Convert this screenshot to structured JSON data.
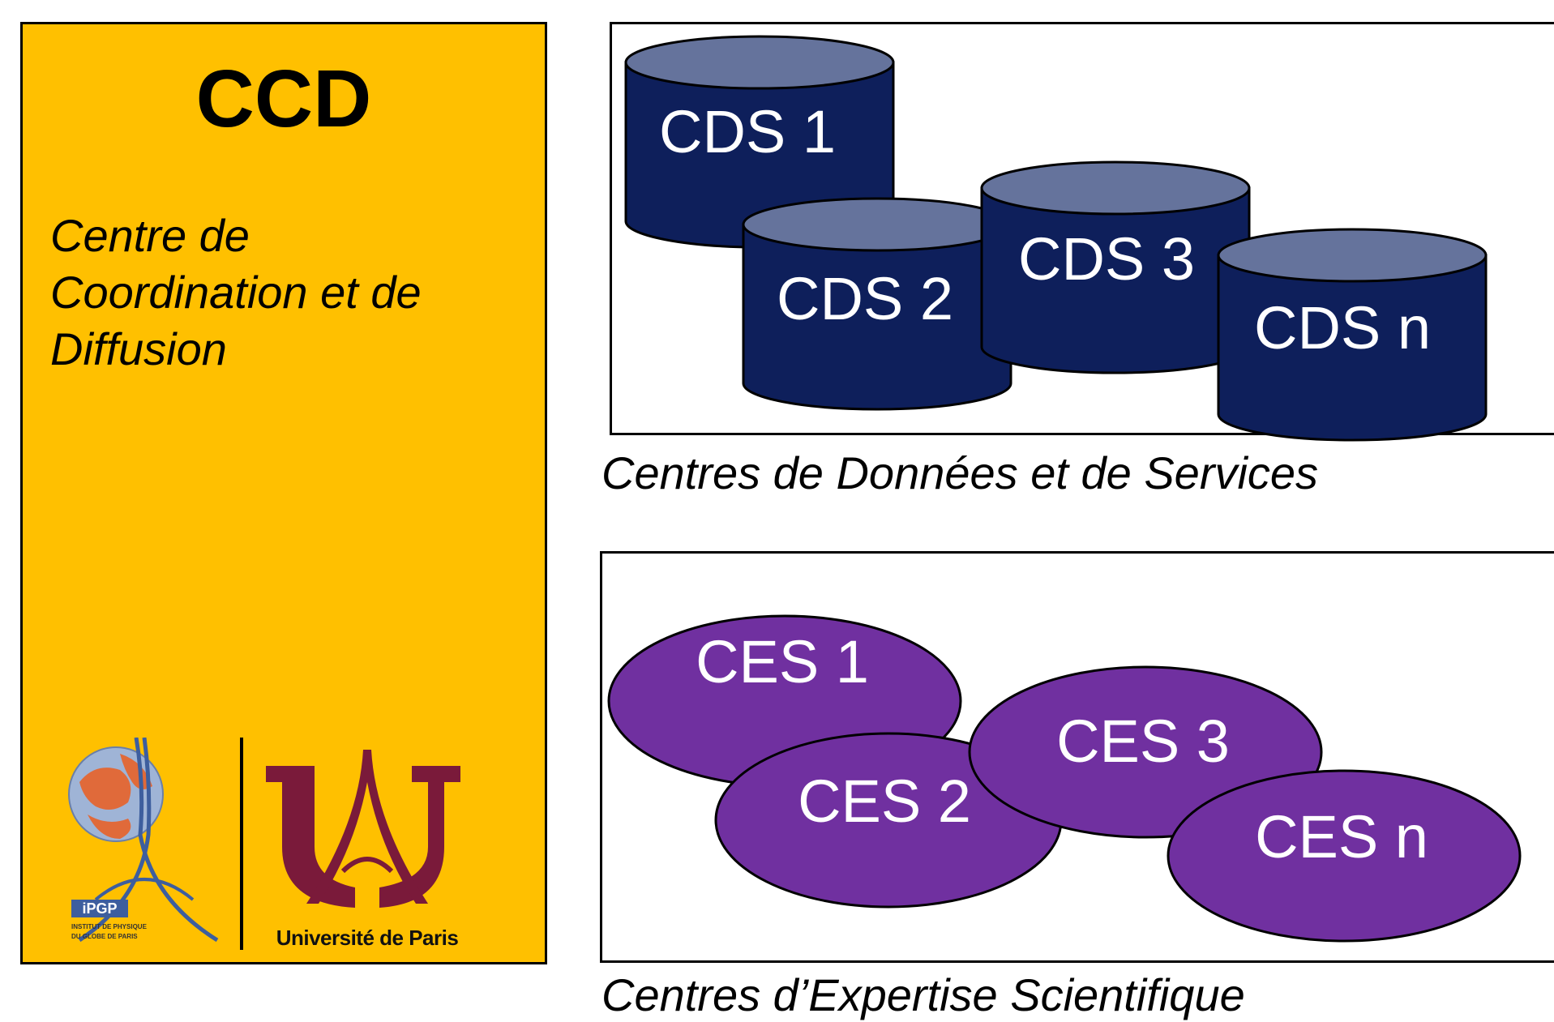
{
  "ccd": {
    "title": "CCD",
    "subtitle_lines": [
      "Centre de",
      "Coordination et de",
      "Diffusion"
    ],
    "background": "#FFC000"
  },
  "logos": {
    "ipgp": {
      "name": "IPGP",
      "text": [
        "INSTITUT DE PHYSIQUE",
        "DU GLOBE DE PARIS"
      ]
    },
    "universite_de_paris": {
      "label": "Université de Paris",
      "color": "#7A1A3A"
    }
  },
  "cds": {
    "caption": "Centres de Données et de Services",
    "fill": "#0E1F5B",
    "top_fill": "#65739C",
    "nodes": [
      {
        "label": "CDS 1"
      },
      {
        "label": "CDS 2"
      },
      {
        "label": "CDS 3"
      },
      {
        "label": "CDS n"
      }
    ]
  },
  "ces": {
    "caption": "Centres d’Expertise Scientifique",
    "fill": "#7030A0",
    "nodes": [
      {
        "label": "CES 1"
      },
      {
        "label": "CES 2"
      },
      {
        "label": "CES 3"
      },
      {
        "label": "CES n"
      }
    ]
  }
}
